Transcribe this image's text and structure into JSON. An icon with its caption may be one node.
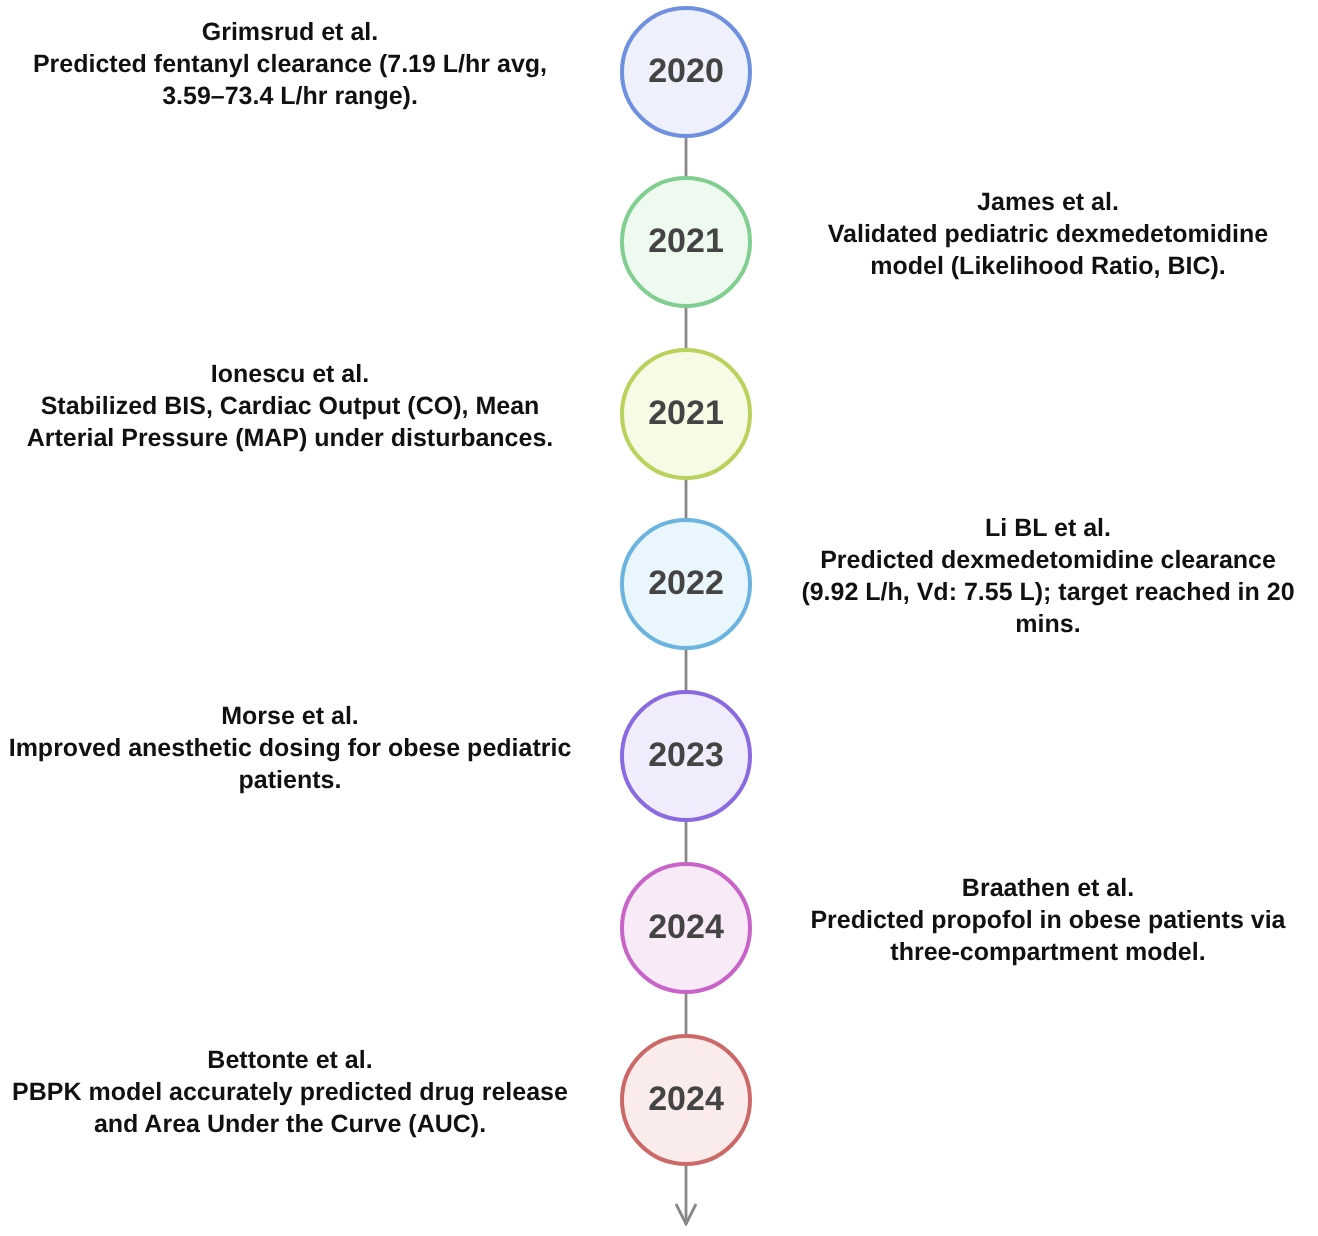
{
  "diagram": {
    "nodes": [
      {
        "text": [
          "2020"
        ],
        "beside": [
          "Grimsrud et al.",
          "Predicted fentanyl clearance (7.19 L/hr avg, 3.59–73.4 L/hr range)."
        ]
      },
      {
        "text": [
          "2021"
        ],
        "beside": [
          "James et al.",
          "Validated pediatric dexmedetomidine model (Likelihood Ratio, BIC)."
        ]
      },
      {
        "text": [
          "2021"
        ],
        "beside": [
          "Ionescu et al.",
          "Stabilized BIS, Cardiac Output (CO), Mean Arterial Pressure (MAP) under disturbances."
        ]
      },
      {
        "text": [
          "2022"
        ],
        "beside": [
          "Li BL et al.",
          "Predicted dexmedetomidine clearance (9.92 L/h, Vd: 7.55 L); target reached in 20 mins."
        ]
      },
      {
        "text": [
          "2023"
        ],
        "beside": [
          "Morse et al.",
          "Improved anesthetic dosing for obese pediatric patients."
        ]
      },
      {
        "text": [
          "2024"
        ],
        "beside": [
          "Braathen et al.",
          "Predicted propofol in obese patients via three-compartment model."
        ]
      },
      {
        "text": [
          "2024"
        ],
        "beside": [
          "Bettonte et al.",
          "PBPK model accurately predicted drug release and Area Under the Curve (AUC)."
        ]
      }
    ],
    "edges": [
      {
        "from": 0,
        "to": 1,
        "arrow": "none"
      },
      {
        "from": 1,
        "to": 2,
        "arrow": "none"
      },
      {
        "from": 2,
        "to": 3,
        "arrow": "none"
      },
      {
        "from": 3,
        "to": 4,
        "arrow": "none"
      },
      {
        "from": 4,
        "to": 5,
        "arrow": "none"
      },
      {
        "from": 5,
        "to": 6,
        "arrow": "none"
      },
      {
        "from": 6,
        "to": null,
        "arrow": "to"
      }
    ]
  }
}
